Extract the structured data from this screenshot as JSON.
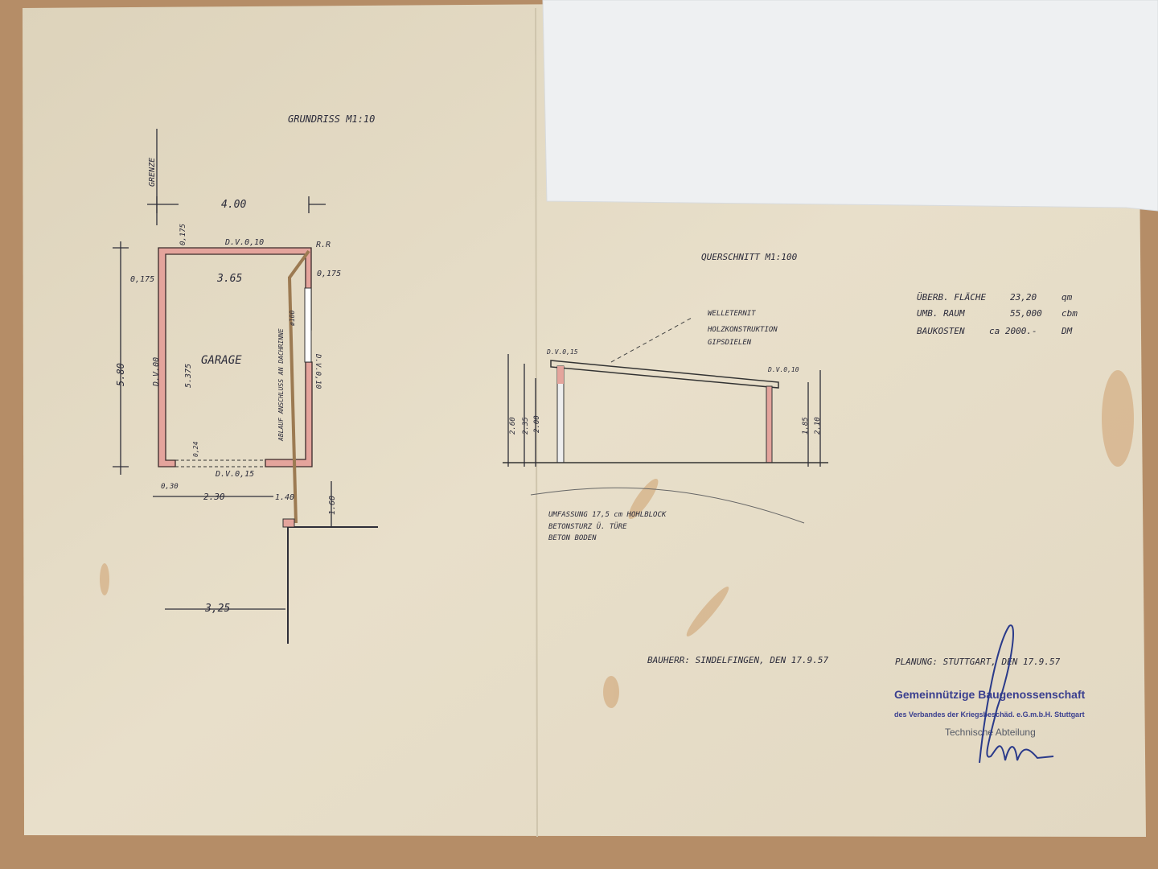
{
  "colors": {
    "wood": "#b58d67",
    "paper": "#e7dec8",
    "overlay_sheet": "#eef0f2",
    "wall_fill": "#e4a49c",
    "stamp_ink": "#3a3f8f",
    "ink": "#2b2b3a"
  },
  "plan": {
    "title": "GRUNDRISS M1:10",
    "boundary": "GRENZE",
    "dim_width": "4.00",
    "dim_inner_width": "3.65",
    "dim_length": "5.80",
    "dim_inner_length": "5.375",
    "top_wall": "D.V.0,10",
    "left_wall": "D.V.00",
    "right_wall": "D.V.0,10",
    "bottom_wall": "D.V.0,15",
    "wall_left_thickness": "0,175",
    "wall_right_thickness": "0,175",
    "wall_top_thickness": "0,175",
    "rr": "R.R",
    "room": "GARAGE",
    "pipe_label": "ABLAUF ANSCHLUSS AN DACHRINNE",
    "pipe_dia": "ø100",
    "dim_024": "0,24",
    "dim_030": "0,30",
    "dim_230": "2.30",
    "dim_140": "1.40",
    "dim_160": "1.60",
    "dim_325": "3,25"
  },
  "section": {
    "title": "QUERSCHNITT M1:100",
    "roof1": "WELLETERNIT",
    "roof2": "HOLZKONSTRUKTION",
    "roof3": "GIPSDIELEN",
    "left_dv": "D.V.0,15",
    "right_dv": "D.V.0,10",
    "h1": "2.60",
    "h2": "2.35",
    "h3": "2.00",
    "r1": "1.85",
    "r2": "2.10",
    "note1": "UMFASSUNG 17,5 cm HOHLBLOCK",
    "note2": "BETONSTURZ Ü. TÜRE",
    "note3": "BETON BODEN"
  },
  "summary": [
    {
      "label": "ÜBERB. FLÄCHE",
      "value": "23,20",
      "unit": "qm"
    },
    {
      "label": "UMB. RAUM",
      "value": "55,000",
      "unit": "cbm"
    },
    {
      "label": "BAUKOSTEN",
      "value": "ca 2000.-",
      "unit": "DM"
    }
  ],
  "signatures": {
    "bauherr": "BAUHERR: SINDELFINGEN, DEN 17.9.57",
    "planung": "PLANUNG: STUTTGART, DEN 17.9.57"
  },
  "stamp": {
    "line1": "Gemeinnützige Baugenossenschaft",
    "line2": "des Verbandes der Kriegsbeschäd. e.G.m.b.H. Stuttgart",
    "line3": "Technische Abteilung"
  }
}
